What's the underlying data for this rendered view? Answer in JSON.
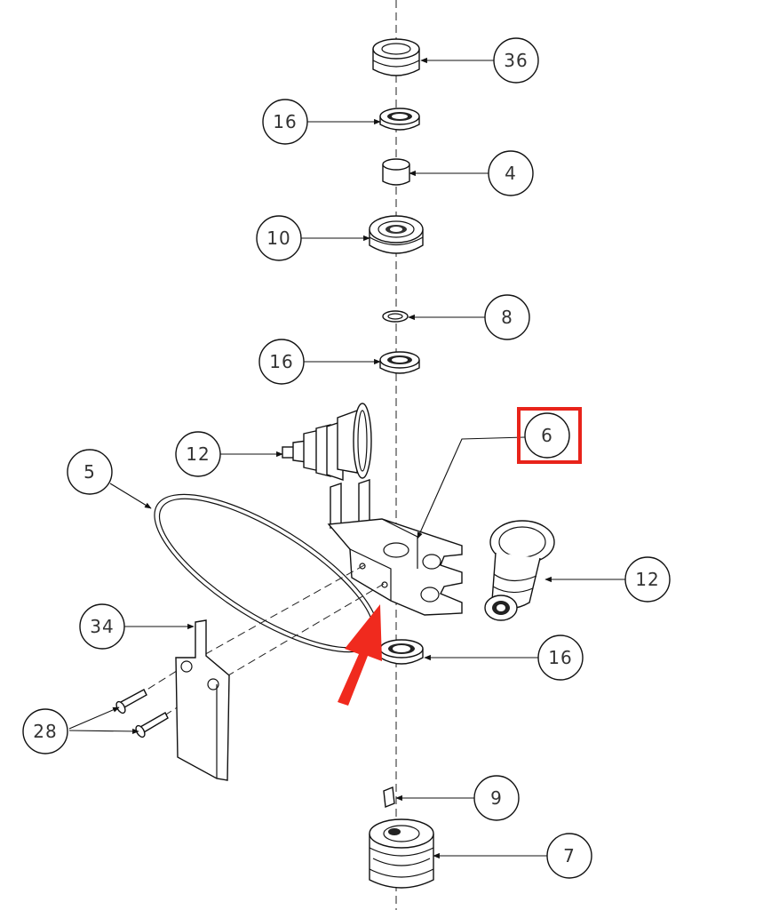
{
  "diagram": {
    "callouts": [
      {
        "id": "c36",
        "label": "36"
      },
      {
        "id": "c16a",
        "label": "16"
      },
      {
        "id": "c4",
        "label": "4"
      },
      {
        "id": "c10",
        "label": "10"
      },
      {
        "id": "c8",
        "label": "8"
      },
      {
        "id": "c16b",
        "label": "16"
      },
      {
        "id": "c6",
        "label": "6"
      },
      {
        "id": "c12a",
        "label": "12"
      },
      {
        "id": "c5",
        "label": "5"
      },
      {
        "id": "c12b",
        "label": "12"
      },
      {
        "id": "c34",
        "label": "34"
      },
      {
        "id": "c16c",
        "label": "16"
      },
      {
        "id": "c28",
        "label": "28"
      },
      {
        "id": "c9",
        "label": "9"
      },
      {
        "id": "c7",
        "label": "7"
      }
    ],
    "highlight": {
      "target": "6",
      "color": "#e8231a"
    },
    "pointer_arrow": {
      "color": "#f02a1e"
    }
  }
}
